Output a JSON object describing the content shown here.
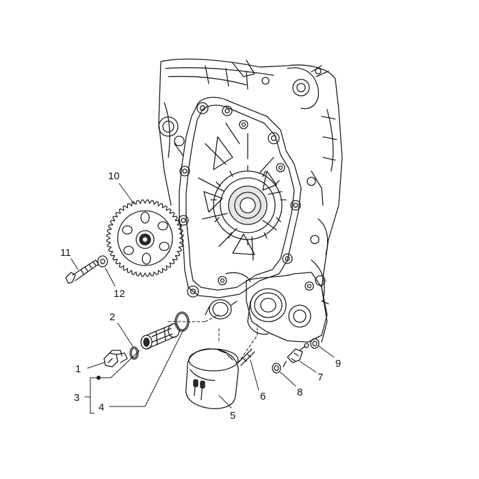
{
  "diagram": {
    "labels": {
      "p1": "1",
      "p2": "2",
      "p3": "3",
      "p4": "4",
      "p5": "5",
      "p6": "6",
      "p7": "7",
      "p8": "8",
      "p9": "9",
      "p10": "10",
      "p11": "11",
      "p12": "12"
    },
    "colors": {
      "line": "#1a1a1a",
      "background": "#ffffff",
      "fill_dark": "#2b2b2b",
      "fill_light": "#e6e6e6"
    }
  }
}
